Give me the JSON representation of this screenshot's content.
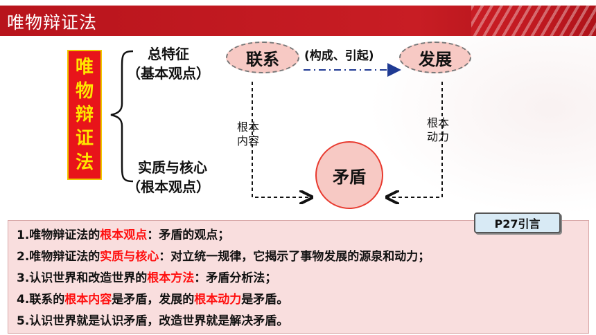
{
  "header": {
    "title": "唯物辩证法"
  },
  "left_label": [
    "唯",
    "物",
    "辩",
    "证",
    "法"
  ],
  "branch_top": {
    "line1": "总特征",
    "line2": "（基本观点）"
  },
  "branch_bottom": {
    "line1": "实质与核心",
    "line2": "（根本观点）"
  },
  "node_link": "联系",
  "node_develop": "发展",
  "node_contradiction": "矛盾",
  "arrow_label": "(构成、引起)",
  "left_edge_label": {
    "line1": "根本",
    "line2": "内容"
  },
  "right_edge_label": {
    "line1": "根本",
    "line2": "动力"
  },
  "badge": "P27引言",
  "colors": {
    "header": "#c81d24",
    "box_fill": "#e8141a",
    "box_text": "#ffe600",
    "node_fill": "#f7c9c4",
    "highlight": "#ff1010",
    "arrow_blue": "#1f3a93"
  },
  "notes": [
    [
      {
        "t": "1.唯物辩证法的"
      },
      {
        "t": "根本观点",
        "hl": true
      },
      {
        "t": "：矛盾的观点；"
      }
    ],
    [
      {
        "t": "2.唯物辩证法的"
      },
      {
        "t": "实质与核心",
        "hl": true
      },
      {
        "t": "：对立统一规律，它揭示了事物发展的源泉和动力；"
      }
    ],
    [
      {
        "t": "3.认识世界和改造世界的"
      },
      {
        "t": "根本方法",
        "hl": true
      },
      {
        "t": "：矛盾分析法；"
      }
    ],
    [
      {
        "t": "4.联系的"
      },
      {
        "t": "根本内容",
        "hl": true
      },
      {
        "t": "是矛盾，发展的"
      },
      {
        "t": "根本动力",
        "hl": true
      },
      {
        "t": "是矛盾。"
      }
    ],
    [
      {
        "t": "5.认识世界就是认识矛盾，改造世界就是解决矛盾。"
      }
    ]
  ]
}
